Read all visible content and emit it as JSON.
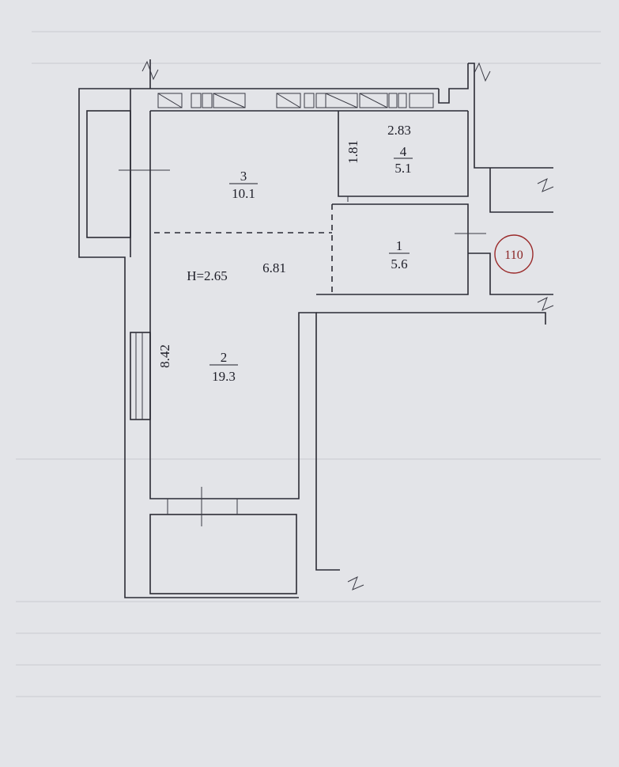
{
  "plan": {
    "ceiling_height": "H=2.65",
    "apartment_number": "110",
    "dimensions": {
      "corridor_width": "2.83",
      "room4_depth": "1.81",
      "living_length": "6.81",
      "living_depth": "8.42"
    },
    "rooms": [
      {
        "number": "1",
        "area": "5.6"
      },
      {
        "number": "2",
        "area": "19.3"
      },
      {
        "number": "3",
        "area": "10.1"
      },
      {
        "number": "4",
        "area": "5.1"
      }
    ]
  },
  "colors": {
    "background": "#e3e4e8",
    "lines": "#2b2b35",
    "apartment_mark": "#8a2424"
  }
}
